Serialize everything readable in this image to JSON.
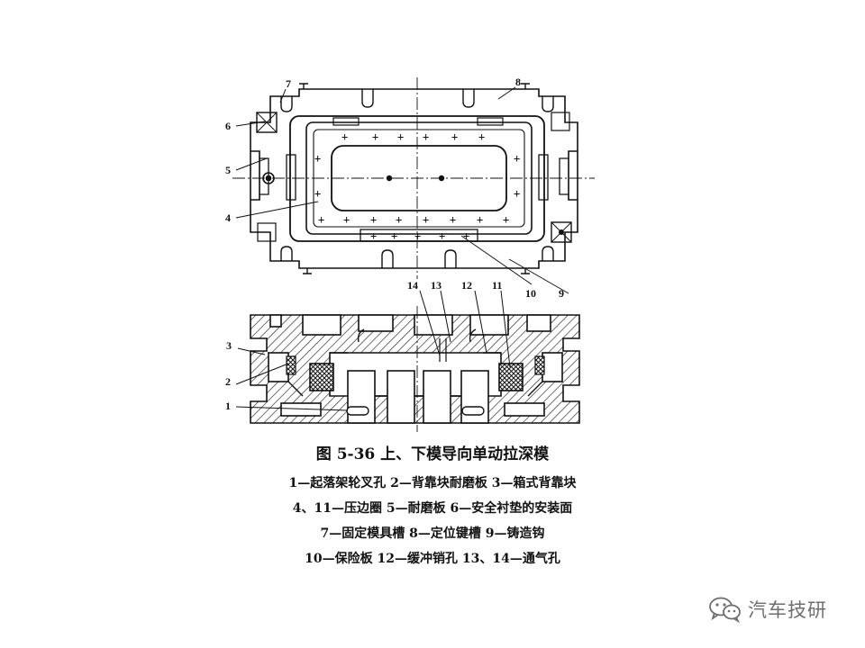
{
  "figure": {
    "caption_title": "图 5-36   上、下模导向单动拉深模",
    "caption_lines": [
      "1—起落架轮叉孔   2—背靠块耐磨板   3—箱式背靠块",
      "4、11—压边圈   5—耐磨板   6—安全衬垫的安装面",
      "7—固定模具槽   8—定位键槽   9—铸造钩",
      "10—保险板   12—缓冲销孔   13、14—通气孔"
    ],
    "labels": {
      "n1": "1",
      "n2": "2",
      "n3": "3",
      "n4": "4",
      "n5": "5",
      "n6": "6",
      "n7": "7",
      "n8": "8",
      "n9": "9",
      "n10": "10",
      "n11": "11",
      "n12": "12",
      "n13": "13",
      "n14": "14"
    }
  },
  "watermark": {
    "text": "汽车技研",
    "icon": "wechat-icon"
  },
  "colors": {
    "ink": "#111111",
    "watermark": "#6e6e6e"
  }
}
